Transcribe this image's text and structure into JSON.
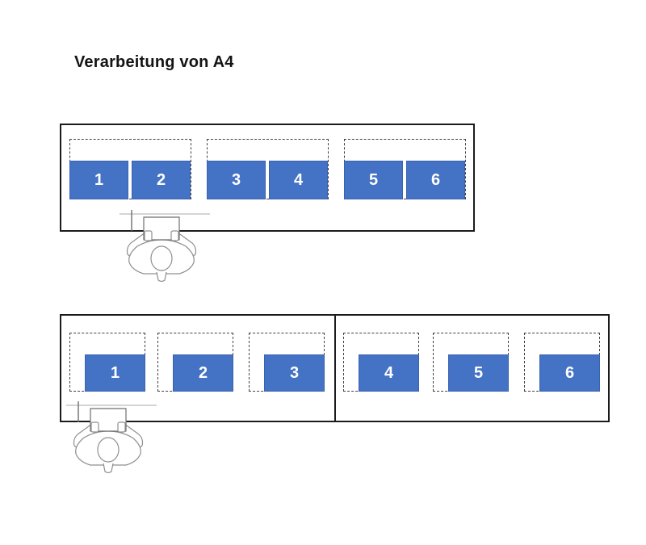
{
  "title": "Verarbeitung von A4",
  "colors": {
    "sheet_fill": "#4472C4",
    "sheet_border": "#3A62B0",
    "sheet_text": "#FFFFFF",
    "machine_outline": "#1B1B1B",
    "tray_dash": "#424242",
    "operator_stroke": "#8F8F8F",
    "background": "#FFFFFF"
  },
  "machines": {
    "top": {
      "trays": [
        {
          "slots": [
            "1",
            "2"
          ]
        },
        {
          "slots": [
            "3",
            "4"
          ]
        },
        {
          "slots": [
            "5",
            "6"
          ]
        }
      ]
    },
    "bottom": {
      "sections": [
        {
          "slots": [
            "1",
            "2",
            "3"
          ]
        },
        {
          "slots": [
            "4",
            "5",
            "6"
          ]
        }
      ]
    }
  },
  "icons": {
    "operator": "person-at-desk-top-view-icon"
  }
}
